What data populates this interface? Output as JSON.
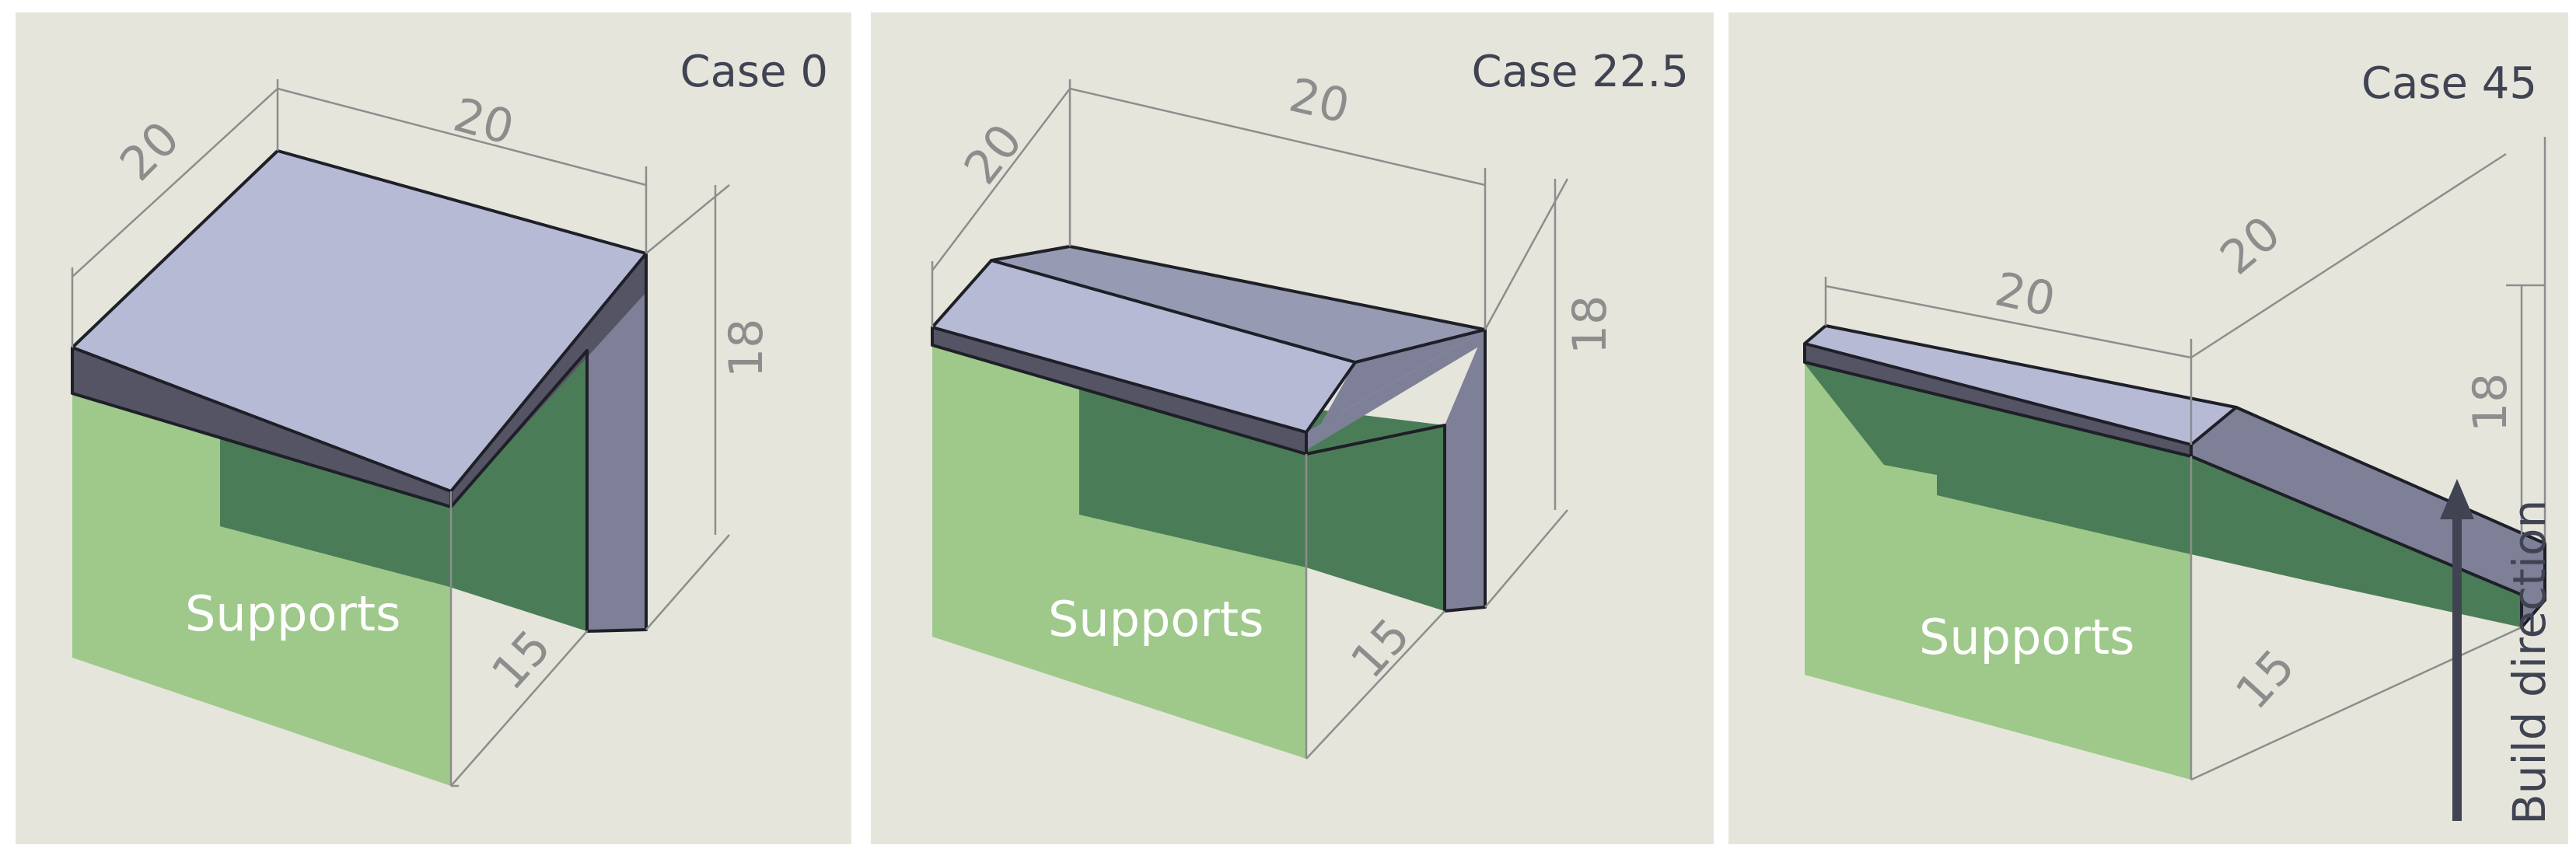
{
  "colors": {
    "panel_bg": "#e6e5dc",
    "support_light": "#9ec98a",
    "support_dark": "#4a7d57",
    "part_top": "#b6bad5",
    "part_front": "#545464",
    "part_side": "#7d8097",
    "part_sloped": "#969bb3",
    "dimension_line": "#8d8d8d"
  },
  "panels": [
    {
      "title": "Case 0",
      "supports_label": "Supports",
      "dim_width": "20",
      "dim_depth": "20",
      "dim_height": "18",
      "dim_support": "15"
    },
    {
      "title": "Case 22.5",
      "supports_label": "Supports",
      "dim_width": "20",
      "dim_depth": "20",
      "dim_height": "18",
      "dim_support": "15"
    },
    {
      "title": "Case 45",
      "supports_label": "Supports",
      "dim_width": "20",
      "dim_depth": "20",
      "dim_height": "18",
      "dim_support": "15"
    }
  ],
  "build_direction_label": "Build direction"
}
